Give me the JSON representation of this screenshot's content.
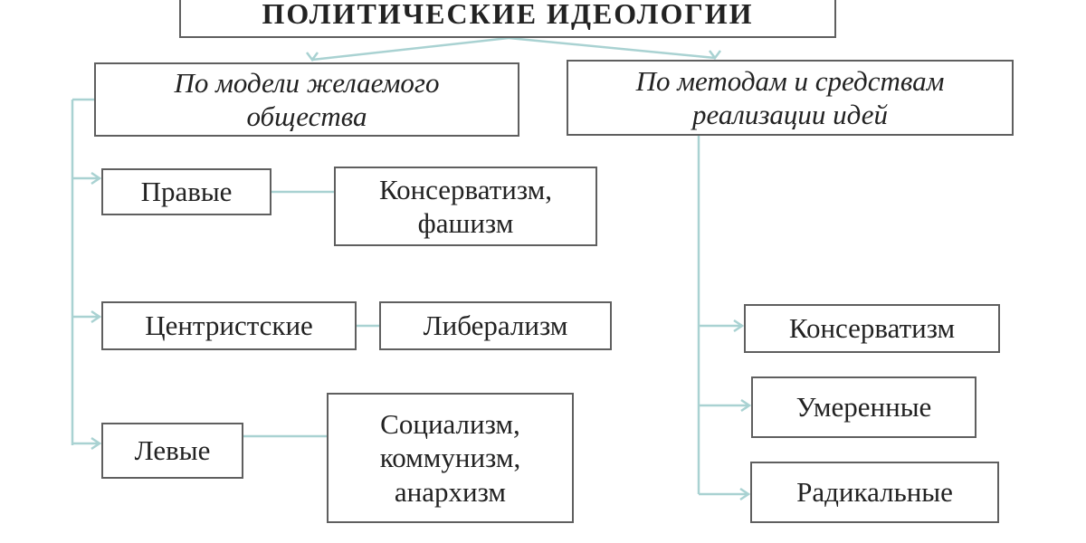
{
  "title": "ПОЛИТИЧЕСКИЕ   ИДЕОЛОГИИ",
  "left_branch": {
    "heading": "По модели желаемого\nобщества",
    "groups": [
      {
        "label": "Правые",
        "examples": "Консерватизм,\nфашизм"
      },
      {
        "label": "Центристские",
        "examples": "Либерализм"
      },
      {
        "label": "Левые",
        "examples": "Социализм,\nкоммунизм,\nанархизм"
      }
    ]
  },
  "right_branch": {
    "heading": "По методам и средствам\nреализации идей",
    "items": [
      "Консерватизм",
      "Умеренные",
      "Радикальные"
    ]
  },
  "colors": {
    "connector": "#a9d2d2",
    "border": "#5f5f5f",
    "text": "#222222"
  }
}
